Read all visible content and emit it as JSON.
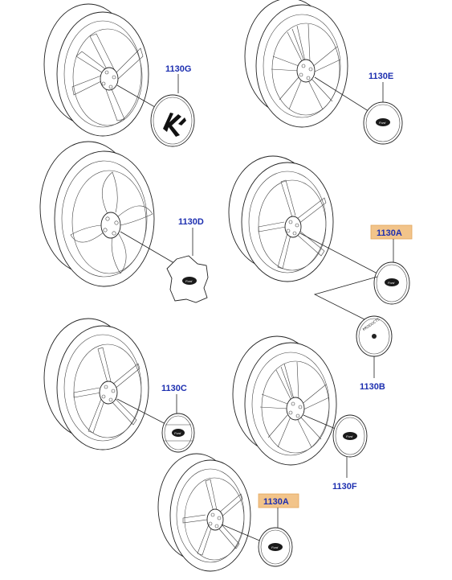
{
  "labels": {
    "g": "1130G",
    "e": "1130E",
    "d": "1130D",
    "a1": "1130A",
    "b": "1130B",
    "c": "1130C",
    "f": "1130F",
    "a2": "1130A"
  },
  "cap_text": {
    "logo": "Ford",
    "b_ring": "PRODUCTS"
  },
  "colors": {
    "label": "#1d2fb0",
    "highlight": "#f2c48a",
    "line": "#222222"
  }
}
